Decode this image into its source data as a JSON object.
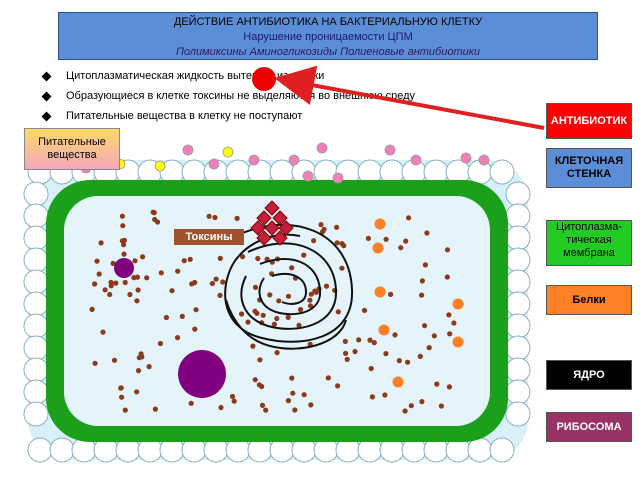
{
  "title": {
    "main": "ДЕЙСТВИЕ АНТИБИОТИКА НА БАКТЕРИАЛЬНУЮ КЛЕТКУ",
    "subtitle": "Нарушение проницаемости ЦПМ",
    "classes": "Полимиксины Аминогликозиды Полиеновые антибиотики"
  },
  "bullets": [
    "Цитоплазматическая жидкость вытекает из клетки",
    "Образующиеся в клетке токсины не выделяются во внешнюю среду",
    "Питательные вещества в клетку не поступают"
  ],
  "nutrients_label": "Питательные вещества",
  "toxins_label": "Токсины",
  "legend": [
    {
      "label": "АНТИБИОТИК",
      "color": "#ff0000",
      "text_color": "#ffffff",
      "icon": "antibiotic"
    },
    {
      "label": "КЛЕТОЧНАЯ СТЕНКА",
      "color": "#5b8ed6",
      "text_color": "#000000",
      "icon": "cell-wall"
    },
    {
      "label": "Цитоплазма-тическая мембрана",
      "color": "#22cc22",
      "text_color": "#000000",
      "icon": "membrane"
    },
    {
      "label": "Белки",
      "color": "#ff7f27",
      "text_color": "#000000",
      "icon": "proteins"
    },
    {
      "label": "ЯДРО",
      "color": "#000000",
      "text_color": "#ffffff",
      "icon": "nucleus"
    },
    {
      "label": "РИБОСОМА",
      "color": "#993366",
      "text_color": "#ffffff",
      "icon": "ribosome"
    }
  ],
  "colors": {
    "wall": "#d8f0f8",
    "membrane": "#1aa01a",
    "cytoplasm": "#e4f4fa",
    "ribosome_dot": "#8b3a1a",
    "protein": "#ff7f27",
    "inclusion": "#800080",
    "antibiotic": "#ff0000",
    "nutrient_yellow": "#ffff00",
    "nutrient_pink": "#f080b8"
  }
}
